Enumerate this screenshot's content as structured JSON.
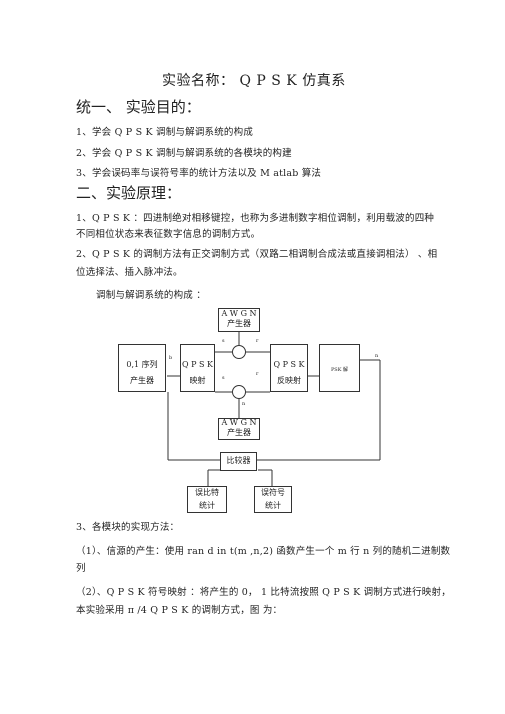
{
  "title": "实验名称：  Q P S K 仿真系",
  "section1": {
    "heading": "统一、  实验目的：",
    "items": [
      "1、学会 Q P S K  调制与解调系统的构成",
      "2、学会 Q P S K  调制与解调系统的各模块的构建",
      "3、学会误码率与误符号率的统计方法以及      M atlab 算法"
    ]
  },
  "section2": {
    "heading": "二、实验原理：",
    "p1_line1": "1、Q P S K ：四进制绝对相移键控，也称为多进制数字相位调制，利用载波的四种",
    "p1_line2": "不同相位状态来表征数字信息的调制方式。",
    "p2_line1": "2、Q P S K 的调制方法有正交调制方式（双路二相调制合成法或直接调相法）      、相",
    "p2_line2": "位选择法、插入脉冲法。",
    "diagram_caption": "调制与解调系统的构成  ："
  },
  "diagram": {
    "awgn_top": [
      "A W G N",
      "产生器"
    ],
    "awgn_bottom": [
      "A W G N",
      "产生器"
    ],
    "source": [
      "0,1 序列",
      "产生器"
    ],
    "mapper": [
      "Q P S K",
      "映射"
    ],
    "demapper": [
      "Q P S K",
      "反映射"
    ],
    "psk_block": "PSK 解",
    "comparator": "比较器",
    "ber": [
      "误比特",
      "统计"
    ],
    "ser": [
      "误符号",
      "统计"
    ],
    "sig_b": "b",
    "sig_s1": "s",
    "sig_r1": "r",
    "sig_s2": "s",
    "sig_r2": "r",
    "sig_n": "n",
    "sig_o": "n"
  },
  "section3": {
    "heading": "3、各模块的实现方法：",
    "p1_line1": "（1）、信源的产生：使用 ran d in t(m ,n,2) 函数产生一个 m   行 n 列的随机二进制数",
    "p1_line2": "列",
    "p2_line1": "（2）、Q P S K  符号映射  ：将产生的 0，  1 比特流按照 Q P S K  调制方式进行映射，",
    "p2_line2": "本实验采用  π /4 Q P S K 的调制方式，图  为："
  }
}
